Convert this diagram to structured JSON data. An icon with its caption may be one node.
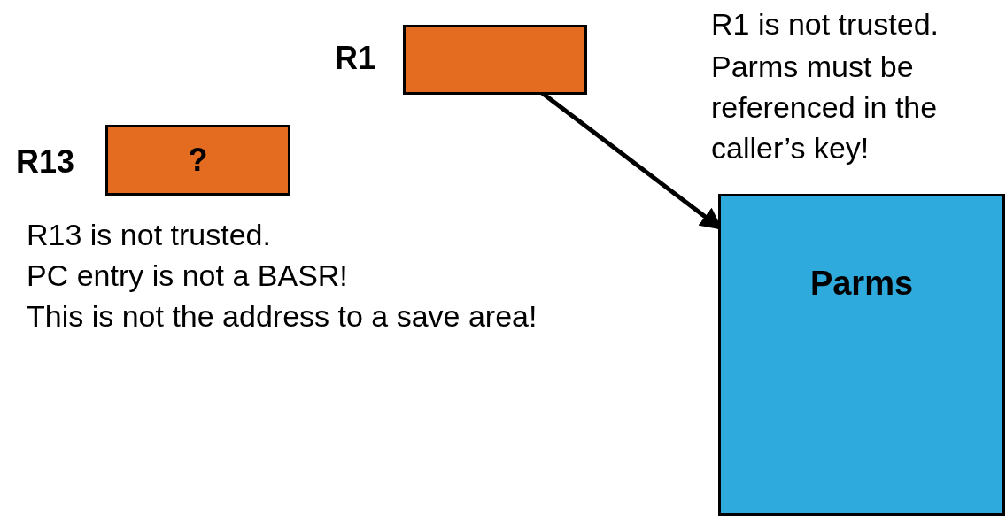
{
  "diagram": {
    "nodes": [
      {
        "text": [
          "R1"
        ]
      },
      {
        "text": [
          "R13",
          "?"
        ]
      },
      {
        "text": [
          "Parms"
        ]
      }
    ],
    "edges": [
      {
        "from": 0,
        "to": 2,
        "arrow": "to"
      }
    ],
    "labels": [
      "R1 is not trusted.",
      "Parms must be referenced in the caller’s key!",
      "R13 is not trusted.",
      "PC entry is not a BASR!",
      "This is not the address to a save area!"
    ]
  }
}
